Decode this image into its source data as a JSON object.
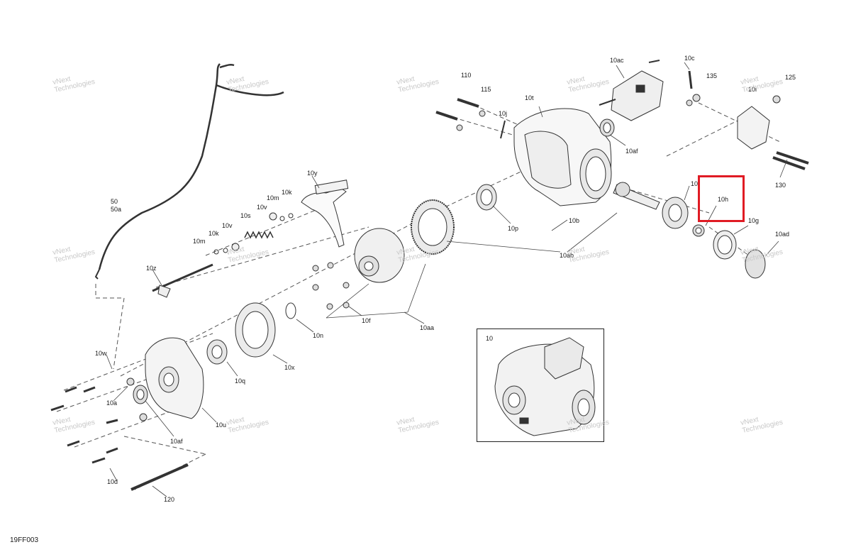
{
  "drawing_code": "19FF003",
  "watermark": {
    "line1": "vNext",
    "line2": "Technologies"
  },
  "highlight": {
    "part": "10h",
    "color": "#e01b24"
  },
  "inset": {
    "label": "10"
  },
  "labels": {
    "p110": "110",
    "p115": "115",
    "p10j": "10j",
    "p10t": "10t",
    "p10ac": "10ac",
    "p10c": "10c",
    "p135": "135",
    "p10i": "10i",
    "p125": "125",
    "p10af_top": "10af",
    "p130": "130",
    "p10y": "10y",
    "p10k_a": "10k",
    "p10m_a": "10m",
    "p10v_a": "10v",
    "p10s": "10s",
    "p10k_b": "10k",
    "p10m_b": "10m",
    "p10v_b": "10v",
    "p50": "50",
    "p50a": "50a",
    "p10z": "10z",
    "p10p": "10p",
    "p10b": "10b",
    "p10ab": "10ab",
    "p10_bearing": "10",
    "p10h": "10h",
    "p10g": "10g",
    "p10ad": "10ad",
    "p10f": "10f",
    "p10aa": "10aa",
    "p10n": "10n",
    "p10x": "10x",
    "p10q": "10q",
    "p10w": "10w",
    "p10a": "10a",
    "p10u": "10u",
    "p10af_bot": "10af",
    "p10d": "10d",
    "p120": "120"
  }
}
